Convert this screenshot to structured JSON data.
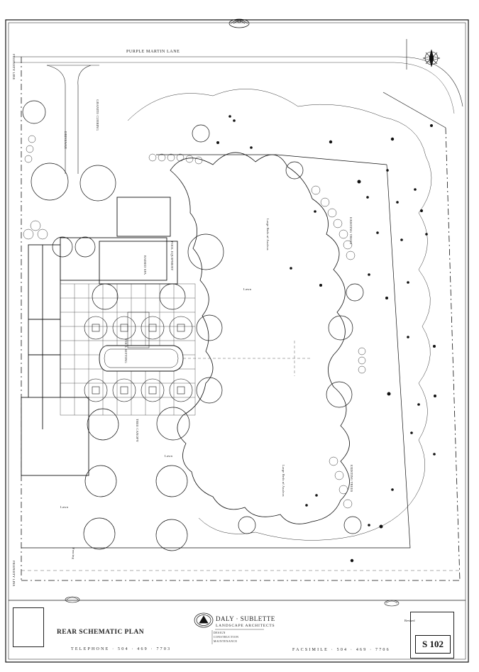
{
  "sheet": {
    "street_name": "PURPLE MARTIN LANE",
    "drawing_title": "REAR SCHEMATIC PLAN",
    "telephone": "TELEPHONE · 504 · 469 · 7703",
    "facsimile": "FACSIMILE · 504 · 469 · 7706",
    "sheet_number": "S 102",
    "revised_label": "Revised"
  },
  "firm": {
    "name": "DALY · SUBLETTE",
    "subtitle": "LANDSCAPE ARCHITECTS",
    "services": [
      "DESIGN",
      "CONSTRUCTION",
      "MAINTENANCE"
    ]
  },
  "plan_labels": {
    "lawn": "Lawn",
    "pool": "POOL SETTING",
    "raised_spa": "RAISED SPA",
    "existing_trees": "EXISTING TREES",
    "driveway": "DRIVEWAY",
    "granite_curbing": "GRANITE CURBING",
    "pool_equipment": "POOL EQUIPMENT",
    "large_beds": "Large Beds of Azaleas",
    "property_line": "PROPERTY LINE",
    "fencing": "Fencing",
    "tree_canopy": "TREE CANOPY"
  }
}
